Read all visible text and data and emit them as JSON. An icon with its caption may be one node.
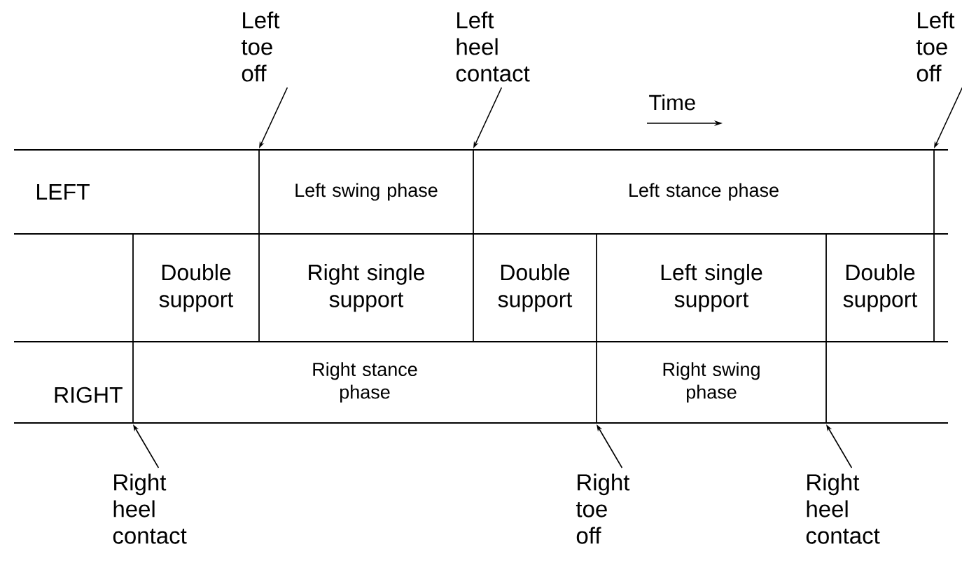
{
  "diagram": {
    "nodes": [
      {
        "text": [
          "Left swing phase"
        ]
      },
      {
        "text": [
          "Left stance phase"
        ]
      },
      {
        "text": [
          "Double support"
        ]
      },
      {
        "text": [
          "Right single support"
        ]
      },
      {
        "text": [
          "Double support"
        ]
      },
      {
        "text": [
          "Left single support"
        ]
      },
      {
        "text": [
          "Double support"
        ]
      },
      {
        "text": [
          "Right stance phase"
        ]
      },
      {
        "text": [
          "Right swing phase"
        ]
      },
      {
        "text": [
          "Left toe off"
        ]
      },
      {
        "text": [
          "Left heel contact"
        ]
      },
      {
        "text": [
          "Left toe off"
        ]
      },
      {
        "text": [
          "Right heel contact"
        ]
      },
      {
        "text": [
          "Right toe off"
        ]
      },
      {
        "text": [
          "Right heel contact"
        ]
      }
    ],
    "edges": [
      {
        "from": 9,
        "to": null,
        "arrow": "to"
      },
      {
        "from": 10,
        "to": null,
        "arrow": "to"
      },
      {
        "from": 11,
        "to": null,
        "arrow": "to"
      },
      {
        "from": 12,
        "to": null,
        "arrow": "to"
      },
      {
        "from": 13,
        "to": null,
        "arrow": "to"
      },
      {
        "from": 14,
        "to": null,
        "arrow": "to"
      }
    ],
    "labels": [
      "Time",
      "LEFT",
      "RIGHT"
    ]
  }
}
